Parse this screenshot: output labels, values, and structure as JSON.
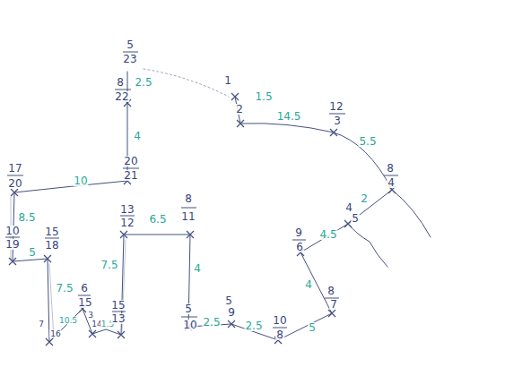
{
  "diagram": {
    "labels": [
      "5",
      "23",
      "8",
      "22",
      "2.5",
      "4",
      "20",
      "21",
      "17",
      "20",
      "10",
      "8.5",
      "10",
      "19",
      "5",
      "15",
      "18",
      "7.5",
      "7",
      "16",
      "10.5",
      "6",
      "15",
      "3",
      "14",
      "1.5",
      "15",
      "13",
      "7.5",
      "13",
      "12",
      "6.5",
      "8",
      "11",
      "4",
      "5",
      "10",
      "2.5",
      "5",
      "9",
      "2.5",
      "10",
      "8",
      "5",
      "8",
      "7",
      "4",
      "9",
      "6",
      "4.5",
      "4",
      "5",
      "2",
      "8",
      "4",
      "5.5",
      "12",
      "3",
      "14.5",
      "1",
      "2",
      "1.5"
    ]
  }
}
